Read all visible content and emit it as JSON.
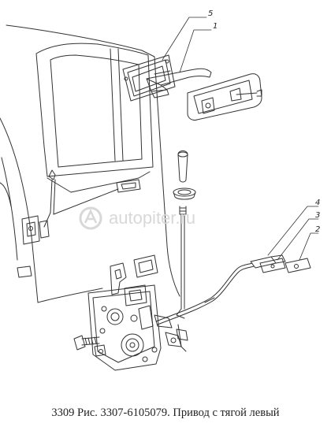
{
  "callouts": [
    "5",
    "1",
    "4",
    "3",
    "2"
  ],
  "watermark": "autopiter.ru",
  "caption": "3309 Рис. 3307-6105079. Привод с тягой левый",
  "colors": {
    "line": "#333333",
    "watermark": "#d8d8d8",
    "background": "#ffffff"
  }
}
